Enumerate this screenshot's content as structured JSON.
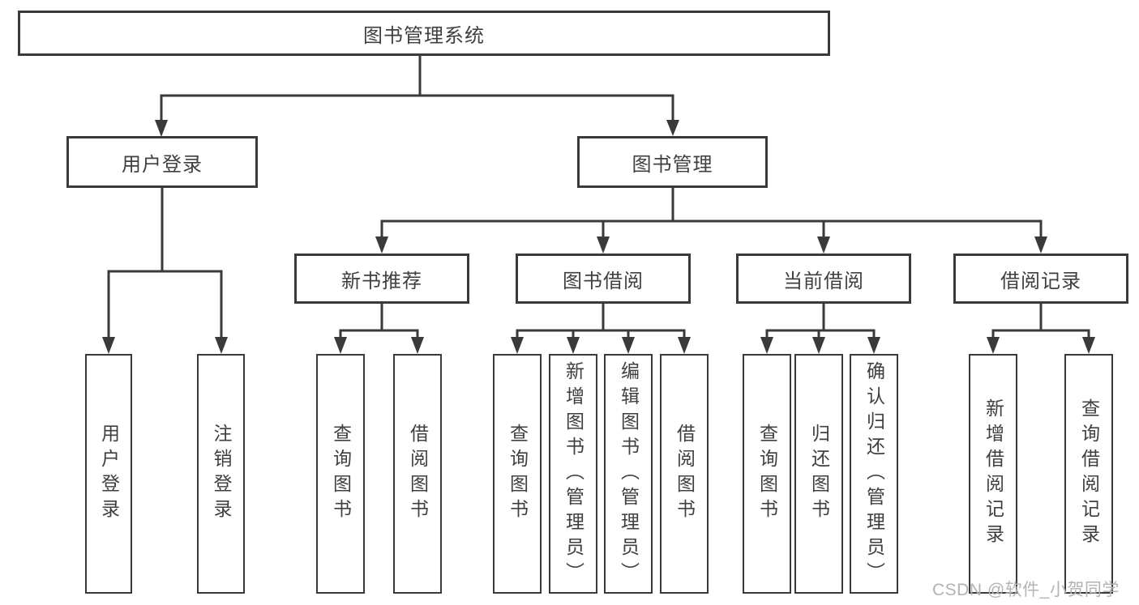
{
  "diagram_type": "hierarchy-flowchart",
  "colors": {
    "line": "#3a3a3a",
    "box_border": "#3a3a3a",
    "text": "#3f3f3f",
    "background": "#ffffff",
    "watermark": "#b3b3b3"
  },
  "tree": {
    "label": "图书管理系统",
    "children": [
      {
        "label": "用户登录",
        "children": [
          {
            "label": "用户登录"
          },
          {
            "label": "注销登录"
          }
        ]
      },
      {
        "label": "图书管理",
        "children": [
          {
            "label": "新书推荐",
            "children": [
              {
                "label": "查询图书"
              },
              {
                "label": "借阅图书"
              }
            ]
          },
          {
            "label": "图书借阅",
            "children": [
              {
                "label": "查询图书"
              },
              {
                "label": "新增图书（管理员）"
              },
              {
                "label": "编辑图书（管理员）"
              },
              {
                "label": "借阅图书"
              }
            ]
          },
          {
            "label": "当前借阅",
            "children": [
              {
                "label": "查询图书"
              },
              {
                "label": "归还图书"
              },
              {
                "label": "确认归还（管理员）"
              }
            ]
          },
          {
            "label": "借阅记录",
            "children": [
              {
                "label": "新增借阅记录"
              },
              {
                "label": "查询借阅记录"
              }
            ]
          }
        ]
      }
    ]
  },
  "watermark": "CSDN @软件_小贺同学"
}
